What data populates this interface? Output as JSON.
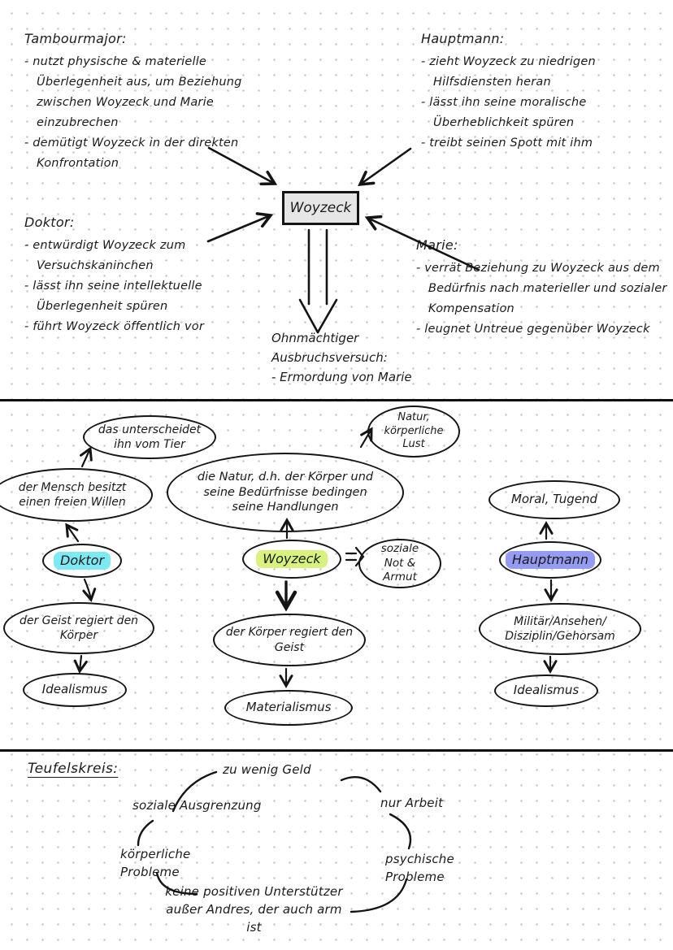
{
  "colors": {
    "doktor_highlight": "#7de9f2",
    "woyzeck_highlight": "#d9f17d",
    "hauptmann_highlight": "#959bf0",
    "woyzeck_box_fill": "#e6e6e6",
    "ink": "#1b1b1b"
  },
  "top_section": {
    "tambourmajor": {
      "title": "Tambourmajor:",
      "items": [
        "- nutzt physische & materielle Überlegenheit aus, um Beziehung zwischen Woyzeck und Marie einzubrechen",
        "- demütigt Woyzeck in der direkten Konfrontation"
      ]
    },
    "hauptmann": {
      "title": "Hauptmann:",
      "items": [
        "- zieht Woyzeck zu niedrigen Hilfsdiensten heran",
        "- lässt ihn seine moralische Überheblichkeit spüren",
        "- treibt seinen Spott mit ihm"
      ]
    },
    "doktor": {
      "title": "Doktor:",
      "items": [
        "- entwürdigt Woyzeck zum Versuchskaninchen",
        "- lässt ihn seine intellektuelle Überlegenheit spüren",
        "- führt Woyzeck öffentlich vor"
      ]
    },
    "marie": {
      "title": "Marie:",
      "items": [
        "- verrät Beziehung zu Woyzeck aus dem Bedürfnis nach materieller und sozialer Kompensation",
        "- leugnet Untreue gegenüber Woyzeck"
      ]
    },
    "center_box": "Woyzeck",
    "outcome": {
      "line1": "Ohnmächtiger",
      "line2": "Ausbruchsversuch:",
      "item": "- Ermordung von Marie"
    }
  },
  "concept_map": {
    "nodes": {
      "tier": "das unterscheidet ihn vom Tier",
      "natur_lust": "Natur, körperliche Lust",
      "natur_koerper": "die Natur, d.h. der Körper und seine Bedürfnisse bedingen seine Handlungen",
      "freier_wille": "der Mensch besitzt einen freien Willen",
      "doktor": "Doktor",
      "geist_regiert": "der Geist regiert den Körper",
      "idealismus_links": "Idealismus",
      "woyzeck": "Woyzeck",
      "soziale_not": "soziale Not & Armut",
      "koerper_regiert": "der Körper regiert den Geist",
      "materialismus": "Materialismus",
      "moral_tugend": "Moral, Tugend",
      "hauptmann": "Hauptmann",
      "militaer": "Militär/Ansehen/ Disziplin/Gehorsam",
      "idealismus_rechts": "Idealismus"
    }
  },
  "teufelskreis": {
    "title": "Teufelskreis:",
    "items": {
      "geld": "zu wenig Geld",
      "arbeit": "nur Arbeit",
      "psychisch": "psychische Probleme",
      "unterstuetzer": "keine positiven Unterstützer außer Andres, der auch arm ist",
      "koerperlich": "körperliche Probleme",
      "ausgrenzung": "soziale Ausgrenzung"
    }
  }
}
